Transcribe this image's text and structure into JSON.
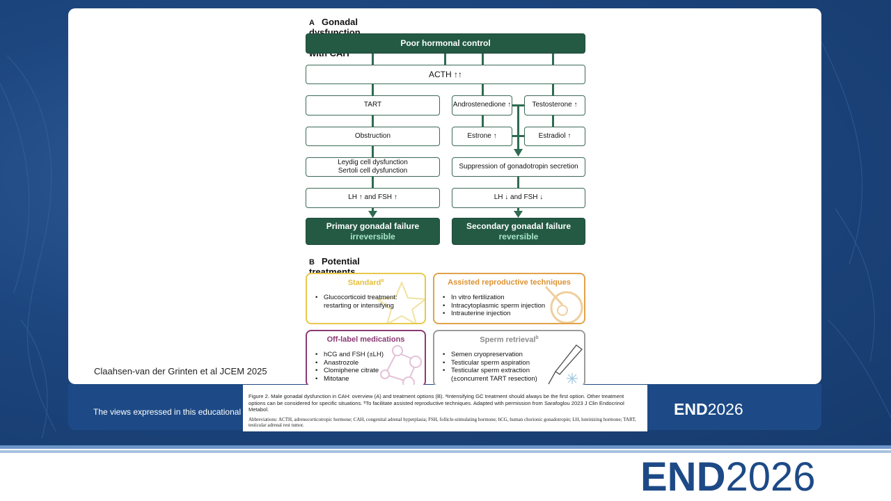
{
  "figure": {
    "section_a_letter": "A",
    "section_a_title": "Gonadal dysfunction in males with CAH",
    "poor_control": "Poor hormonal control",
    "acth": "ACTH ↑↑",
    "tart": "TART",
    "androstenedione": "Androstenedione ↑",
    "testosterone": "Testosterone ↑",
    "obstruction": "Obstruction",
    "estrone": "Estrone ↑",
    "estradiol": "Estradiol ↑",
    "leydig": "Leydig cell dysfunction",
    "sertoli": "Sertoli cell dysfunction",
    "suppression": "Suppression of gonadotropin secretion",
    "lh_fsh_up": "LH ↑ and FSH ↑",
    "lh_fsh_down": "LH ↓ and FSH ↓",
    "primary_title": "Primary gonadal failure",
    "primary_sub": "irreversible",
    "secondary_title": "Secondary gonadal failure",
    "secondary_sub": "reversible",
    "section_b_letter": "B",
    "section_b_title": "Potential treatments and interventions for male infertility",
    "standard": {
      "title": "Standard",
      "sup": "a",
      "items": [
        "Glucocorticoid treatment:",
        "restarting or intensifying"
      ]
    },
    "art": {
      "title": "Assisted reproductive techniques",
      "items": [
        "In vitro fertilization",
        "Intracytoplasmic sperm injection",
        "Intrauterine injection"
      ]
    },
    "offlabel": {
      "title": "Off-label medications",
      "items": [
        "hCG and FSH (±LH)",
        "Anastrozole",
        "Clomiphene citrate",
        "Mitotane"
      ]
    },
    "sperm": {
      "title": "Sperm retrieval",
      "sup": "b",
      "items": [
        "Semen cryopreservation",
        "Testicular sperm aspiration",
        "Testicular sperm extraction",
        "(±concurrent TART resection)"
      ]
    },
    "colors": {
      "dark_green": "#245a44",
      "standard": "#e8c84a",
      "art": "#e0a24a",
      "offlabel": "#8b3a73",
      "sperm": "#9b9b9b"
    }
  },
  "citation": "Claahsen-van der Grinten et al JCEM 2025",
  "footer_text": "The views expressed in this educational pro",
  "caption": {
    "line1": "Figure 2.  Male gonadal dysfunction in CAH: overview (A) and treatment options (B). ᵃIntensifying GC treatment should always be the first option. Other treatment options can be considered for specific situations. ᵇTo facilitate assisted reproductive techniques. Adapted with permission from Sarafoglou 2023 J Clin Endocrinol Metabol.",
    "line2": "Abbreviations: ACTH, adrenocorticotropic hormone; CAH, congenital adrenal hyperplasia; FSH, follicle-stimulating hormone; hCG, human chorionic gonadotropin; LH, luteinizing hormone; TART, testicular adrenal rest tumor."
  },
  "logo": {
    "brand": "END",
    "year": "2026"
  }
}
